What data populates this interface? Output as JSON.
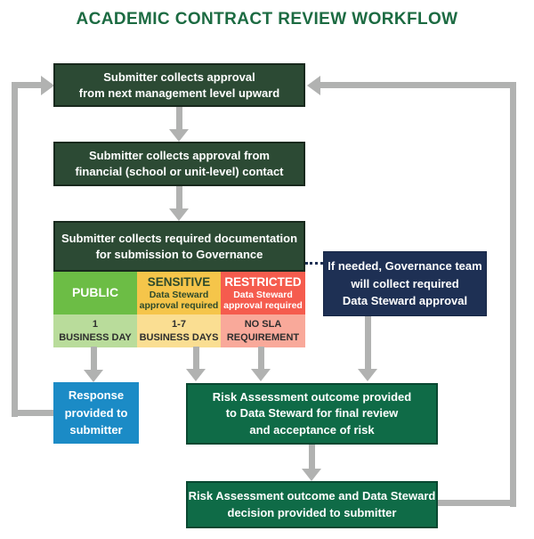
{
  "title": "ACADEMIC CONTRACT REVIEW WORKFLOW",
  "flow": {
    "management_approval": "Submitter collects approval\nfrom next management level upward",
    "financial_approval": "Submitter collects approval from\nfinancial (school or unit-level) contact",
    "documentation": "Submitter collects required documentation\nfor submission to Governance",
    "governance_note": "If needed, Governance team\nwill collect required\nData Steward approval",
    "response": "Response\nprovided to\nsubmitter",
    "risk_review": "Risk Assessment outcome provided\nto Data Steward for final review\nand acceptance of risk",
    "risk_decision": "Risk Assessment outcome and Data Steward\ndecision provided to submitter"
  },
  "classifications": [
    {
      "name": "PUBLIC",
      "note": "",
      "sla": "1\nBUSINESS DAY"
    },
    {
      "name": "SENSITIVE",
      "note": "Data Steward\napproval required",
      "sla": "1-7\nBUSINESS DAYS"
    },
    {
      "name": "RESTRICTED",
      "note": "Data Steward\napproval required",
      "sla": "NO SLA\nREQUIREMENT"
    }
  ],
  "colors": {
    "title_green": "#1c6b42",
    "dark_green_box": "#2c4a34",
    "emerald_box": "#0f6b47",
    "navy_box": "#1e3054",
    "blue_box": "#1b8bc6",
    "public_green": "#6cbd45",
    "sensitive_yellow": "#f5c54a",
    "restricted_red": "#f55c4e",
    "sla_green": "#b9dc9b",
    "sla_yellow": "#fade92",
    "sla_red": "#f9a99a",
    "arrow_gray": "#b1b2b1"
  }
}
